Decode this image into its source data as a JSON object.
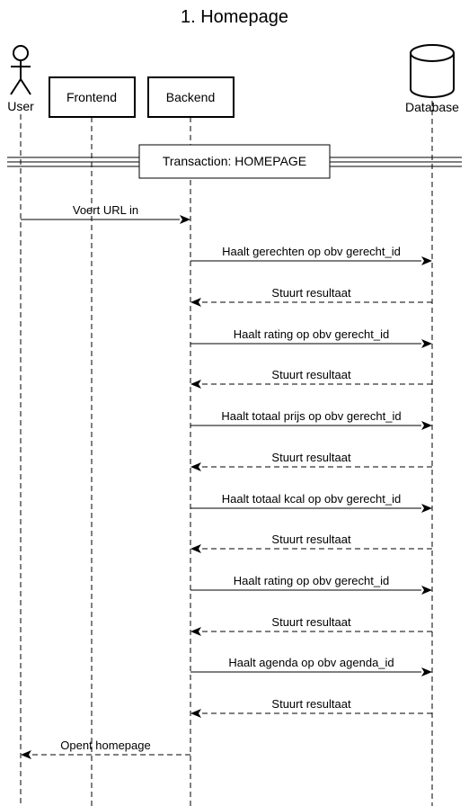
{
  "diagram": {
    "title": "1. Homepage",
    "participants": {
      "user": "User",
      "frontend": "Frontend",
      "backend": "Backend",
      "database": "Database"
    },
    "transaction_label": "Transaction: HOMEPAGE",
    "messages": [
      {
        "from": "user",
        "to": "backend",
        "label": "Voert URL in",
        "style": "solid"
      },
      {
        "from": "backend",
        "to": "database",
        "label": "Haalt gerechten op obv gerecht_id",
        "style": "solid"
      },
      {
        "from": "database",
        "to": "backend",
        "label": "Stuurt resultaat",
        "style": "dashed"
      },
      {
        "from": "backend",
        "to": "database",
        "label": "Haalt rating op obv gerecht_id",
        "style": "solid"
      },
      {
        "from": "database",
        "to": "backend",
        "label": "Stuurt resultaat",
        "style": "dashed"
      },
      {
        "from": "backend",
        "to": "database",
        "label": "Haalt totaal prijs op obv gerecht_id",
        "style": "solid"
      },
      {
        "from": "database",
        "to": "backend",
        "label": "Stuurt resultaat",
        "style": "dashed"
      },
      {
        "from": "backend",
        "to": "database",
        "label": "Haalt totaal kcal op obv gerecht_id",
        "style": "solid"
      },
      {
        "from": "database",
        "to": "backend",
        "label": "Stuurt resultaat",
        "style": "dashed"
      },
      {
        "from": "backend",
        "to": "database",
        "label": "Haalt rating op obv gerecht_id",
        "style": "solid"
      },
      {
        "from": "database",
        "to": "backend",
        "label": "Stuurt resultaat",
        "style": "dashed"
      },
      {
        "from": "backend",
        "to": "database",
        "label": "Haalt agenda op obv agenda_id",
        "style": "solid"
      },
      {
        "from": "database",
        "to": "backend",
        "label": "Stuurt resultaat",
        "style": "dashed"
      },
      {
        "from": "backend",
        "to": "user",
        "label": "Opent homepage",
        "style": "dashed"
      }
    ]
  }
}
